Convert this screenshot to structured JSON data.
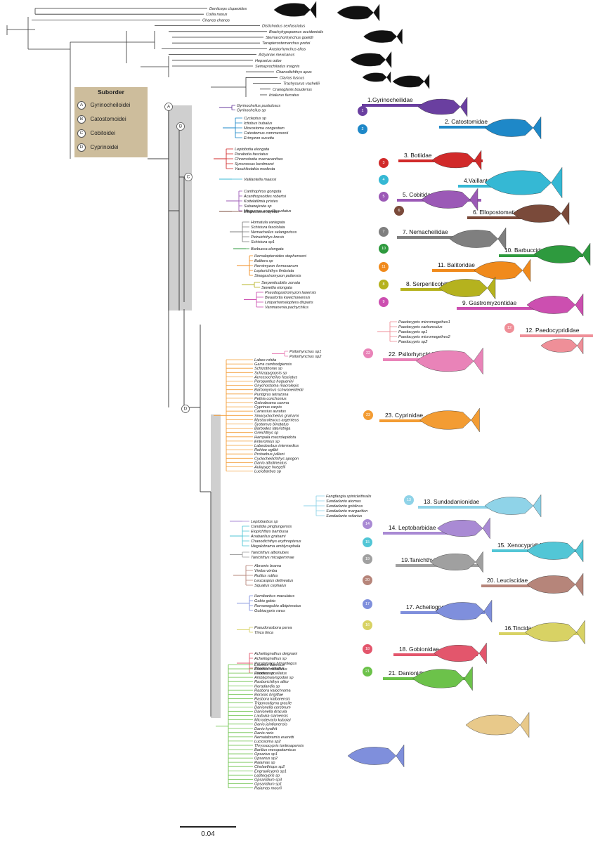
{
  "legend": {
    "title": "Suborder",
    "items": [
      {
        "letter": "A",
        "label": "Gyrinocheiloidei"
      },
      {
        "letter": "B",
        "label": "Catostomoidei"
      },
      {
        "letter": "C",
        "label": "Cobitoidei"
      },
      {
        "letter": "D",
        "label": "Cyprinoidei"
      }
    ]
  },
  "scale_bar": {
    "label": "0.04"
  },
  "outgroup_taxa": [
    "Denticeps clupeoides",
    "Coilia nasus",
    "Chanos chanos",
    "Distichodus sexfasciatus",
    "Brachyhypopomus occidentalis",
    "Sternarchorhynchus goeldii",
    "Tarapterostemarchus pretoi",
    "Arastorhynchus altus",
    "Astyanax mexicanus",
    "Hepsetus odoe",
    "Semaprochilodus insignis",
    "Chanodichthys apus",
    "Clarias fuscus",
    "Trachysurus vachellii",
    "Cranoglanis bouderius",
    "Ictalurus furcatus"
  ],
  "families": [
    {
      "id": "1",
      "name": "1.Gyrinocheilidae",
      "color": "#6a3fa0",
      "taxa": [
        "Gyrinocheilus pustulosus",
        "Gyrinocheilus sp"
      ]
    },
    {
      "id": "2",
      "name": "2. Catostomidae",
      "color": "#1e88c8",
      "taxa": [
        "Cycleptus sp",
        "Ictiobus bubalus",
        "Moxostoma congestum",
        "Catostomus commersonii",
        "Erimyzon sucetta"
      ]
    },
    {
      "id": "3",
      "name": "3. Botiidae",
      "color": "#d12a2a",
      "taxa": [
        "Leptobotia elongata",
        "Parabotia fasciatus",
        "Chromobotia macracanthus",
        "Syncrossus berdmorei",
        "Yasuhikotakia modesta"
      ]
    },
    {
      "id": "4",
      "name": "4.Vaillantellidae",
      "color": "#35b8d4",
      "taxa": [
        "Vaillantella maassi"
      ]
    },
    {
      "id": "5",
      "name": "5. Cobitidae",
      "color": "#9b59b6",
      "taxa": [
        "Canthophrys gongota",
        "Acanthopsoides robertsi",
        "Kottelatlimia pristes",
        "Sabanejewia sp",
        "Misgurnus anguillicaudatus"
      ]
    },
    {
      "id": "6",
      "name": "6. Ellopostomatidae",
      "color": "#7a4a3a",
      "taxa": [
        "Ellopostoma mystax"
      ]
    },
    {
      "id": "7",
      "name": "7. Nemacheilidae",
      "color": "#7f7f7f",
      "taxa": [
        "Homatula variegata",
        "Schistura fasciolata",
        "Nemacheilus selangoricus",
        "Petruichthys brevis",
        "Schistura sp1"
      ]
    },
    {
      "id": "10",
      "name": "10. Barbuccidae",
      "color": "#2e9a3e",
      "taxa": [
        "Barbucca elongata"
      ]
    },
    {
      "id": "11",
      "name": "11. Balitoridae",
      "color": "#f08a1c",
      "taxa": [
        "Homalopteroides stephensoni",
        "Balitora sp",
        "Hemimyzon formosanum",
        "Lepturichthys fimbriata",
        "Sinogastromyzon puliensis"
      ]
    },
    {
      "id": "8",
      "name": "8. Serpenticobitidae",
      "color": "#b5b21e",
      "taxa": [
        "Serpenticobitis zonata",
        "Sewellia elongata"
      ]
    },
    {
      "id": "9",
      "name": "9. Gastromyzontidae",
      "color": "#cc4fb0",
      "taxa": [
        "Pseudogastromyzon laoensis",
        "Beaufortia kweichowensis",
        "Liniparhomaloptera disparis",
        "Vanmanenia pachychilus"
      ]
    },
    {
      "id": "12",
      "name": "12. Paedocyprididae",
      "color": "#ef8f98",
      "taxa": [
        "Paedocypris micromegethes1",
        "Paedocypris carbunculus",
        "Paedocypris sp1",
        "Paedocypris micromegethes2",
        "Paedocypris sp2"
      ]
    },
    {
      "id": "22",
      "name": "22. Psilorhynchidae",
      "color": "#e983b8",
      "taxa": [
        "Psilorhynchus sp1",
        "Psilorhynchus sp2"
      ]
    },
    {
      "id": "23",
      "name": "23. Cyprinidae",
      "color": "#f39c33",
      "taxa": [
        "Labeo rohita",
        "Garra cambodgiensis",
        "Schizothorax sp",
        "Schizopygopsis sp",
        "Acrossocheilus fasciatus",
        "Poropuntius huguenini",
        "Onychostoma macrolepis",
        "Barbonymus schwanenfeldii",
        "Puntigrus tetrazona",
        "Pethia conchonius",
        "Osteobrama cunma",
        "Cyprinus carpio",
        "Carassius auratus",
        "Sinocyclocheilus grahami",
        "Mystacoleucus argenteus",
        "Systomus binotatus",
        "Barbodes lateristriga",
        "Oreichthys sp",
        "Hampala macrolepidota",
        "Enteromius sp",
        "Labeobarbus intermedius",
        "Rohtee ogilbii",
        "Probarbus jullieni",
        "Cyclocheilichthys apogon",
        "Danio albolineatus",
        "Aulopyge huegelii",
        "Luciobarbus sp"
      ]
    },
    {
      "id": "13",
      "name": "13. Sundadanionidae",
      "color": "#8fd3e8",
      "taxa": [
        "Fangfangia spinicleithralis",
        "Sundadanio atomus",
        "Sundadanio goblinus",
        "Sundadanio margarition",
        "Sundadanio retiarius"
      ]
    },
    {
      "id": "14",
      "name": "14. Leptobarbidae",
      "color": "#a98ad4",
      "taxa": [
        "Leptobarbus sp"
      ]
    },
    {
      "id": "15",
      "name": "15. Xenocyprididae",
      "color": "#52c6d6",
      "taxa": [
        "Candidia pingtungensis",
        "Elopichthys bambusa",
        "Anabarilius grahami",
        "Chanodichthys erythropterus",
        "Megalobrama amblycephala"
      ]
    },
    {
      "id": "19",
      "name": "19.Tanichthyidae",
      "color": "#a0a0a0",
      "taxa": [
        "Tanichthys albonubes",
        "Tanichthys micagemmae"
      ]
    },
    {
      "id": "20",
      "name": "20. Leuciscidae",
      "color": "#b6857a",
      "taxa": [
        "Abramis brama",
        "Vimba vimba",
        "Rutilus rutilus",
        "Leucaspius delineatus",
        "Squalius cephalus"
      ]
    },
    {
      "id": "17",
      "name": "17. Acheilognathidae",
      "color": "#7f8fdc",
      "taxa": [
        "Hemibarbus maculatus",
        "Gobio gobio",
        "Romanogobio albipinnatus",
        "Gobiocypris rarus"
      ]
    },
    {
      "id": "16",
      "name": "16.Tincidae",
      "color": "#d8d264",
      "taxa": [
        "Pseudorasbora parva",
        "Tinca tinca"
      ]
    },
    {
      "id": "18",
      "name": "18. Gobionidae",
      "color": "#e3566c",
      "taxa": [
        "Acheilognathus deignani",
        "Acheilognathus sp",
        "Paratanakia himantegus",
        "Rhodeus amarus",
        "Rhodeus ocellatus"
      ]
    },
    {
      "id": "21",
      "name": "21. Danionidae",
      "color": "#6cc24a",
      "taxa": [
        "Esomus danricus",
        "Esomus metallicus",
        "Esomus sp",
        "Amblypharyngodon sp",
        "Rasborichthys altior",
        "Horadandia sp",
        "Rasbora kalochroma",
        "Boraras brigittae",
        "Rasbora kalbarensis",
        "Trigonostigma gracile",
        "Danionella cerebrum",
        "Danionella dracula",
        "Laubuka siamensis",
        "Microdevario kubotai",
        "Danio jaintianensis",
        "Danio kyathit",
        "Danio rerio",
        "Nematabramis everetti",
        "Luciosoma sp2",
        "Thryssocypris tonlesapensis",
        "Barilius mesopotamicus",
        "Opsarius sp1",
        "Opsarius sp2",
        "Raiamas sp",
        "Chelaethiops sp2",
        "Engraulicypris sp1",
        "Leptocypris sp",
        "Opsaridium sp3",
        "Opsaridium sp1",
        "Raiamas moorii"
      ]
    }
  ],
  "colors": {
    "outgroup_branch": "#333333",
    "backbone_branch": "#444444",
    "legend_bg": "#cdbd9c",
    "support_shade": "#cfcfcf",
    "fish_silhouette": "#111111"
  }
}
